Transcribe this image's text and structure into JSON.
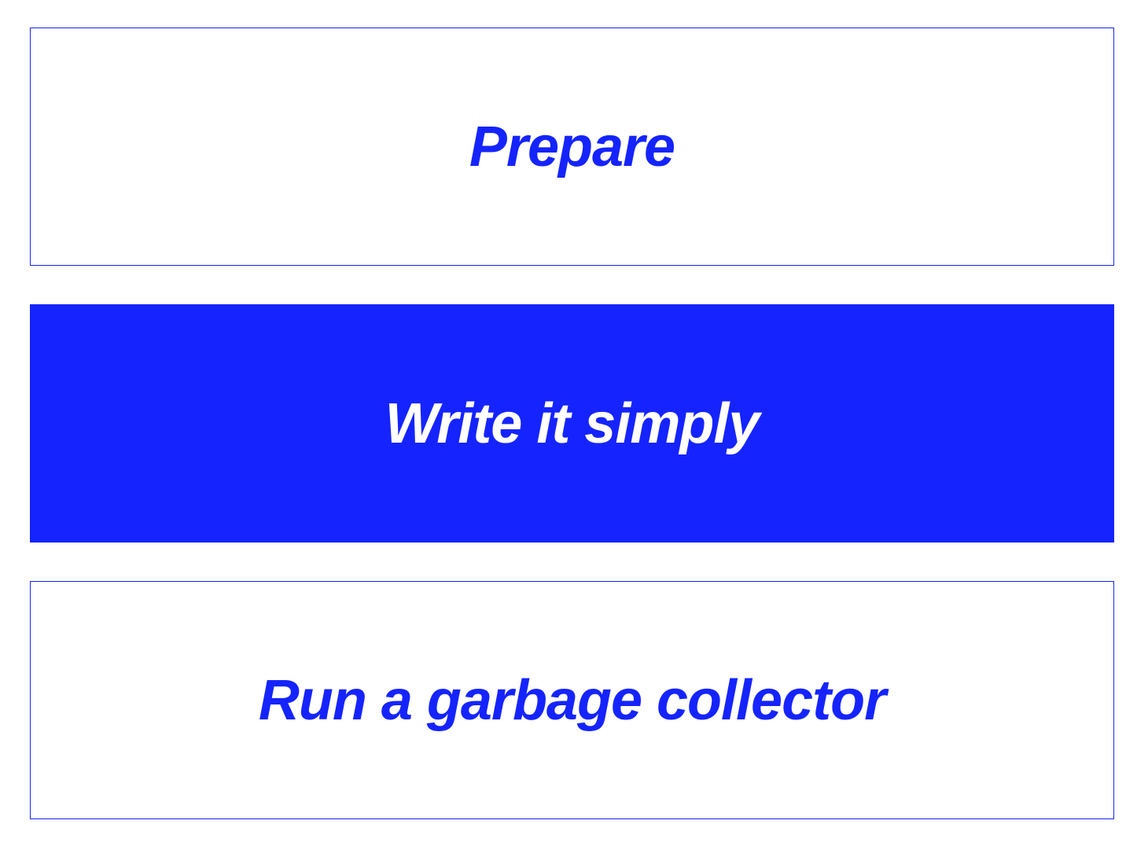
{
  "steps": [
    {
      "label": "Prepare",
      "style": "outline"
    },
    {
      "label": "Write it simply",
      "style": "filled"
    },
    {
      "label": "Run a garbage collector",
      "style": "outline"
    }
  ],
  "colors": {
    "accent": "#1524ff",
    "background": "#ffffff",
    "filled_text": "#ffffff"
  }
}
